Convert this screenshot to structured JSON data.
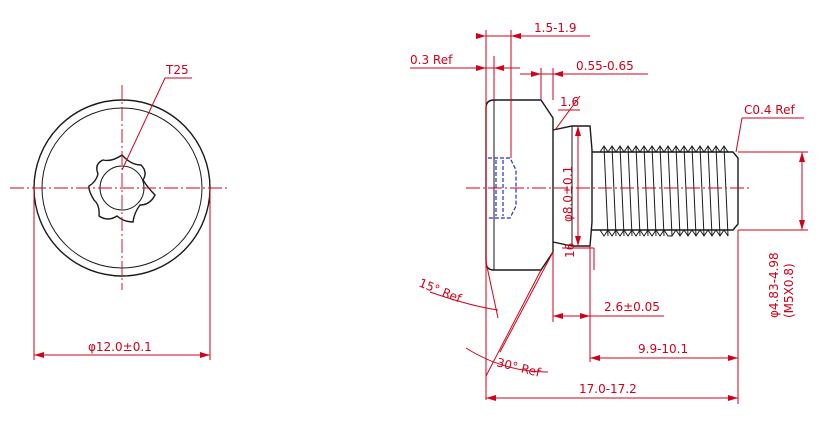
{
  "colors": {
    "dimension": "#d0021b",
    "outline": "#1a1a1a",
    "hidden": "#1f2fd0"
  },
  "labels": {
    "drive": "T25",
    "head_dia": "φ12.0±0.1",
    "len_1_5": "1.5-1.9",
    "ref_0_3": "0.3 Ref",
    "len_0_55": "0.55-0.65",
    "len_1_6": "1.6",
    "chamfer": "C0.4 Ref",
    "shoulder_dia": "φ8.0±0.1",
    "thread_dia": "φ4.83-4.98",
    "thread_spec": "(M5X0.8)",
    "angle_15": "15° Ref",
    "angle_30": "30° Ref",
    "small_16": "16",
    "len_2_6": "2.6±0.05",
    "len_9_9": "9.9-10.1",
    "len_17": "17.0-17.2"
  }
}
